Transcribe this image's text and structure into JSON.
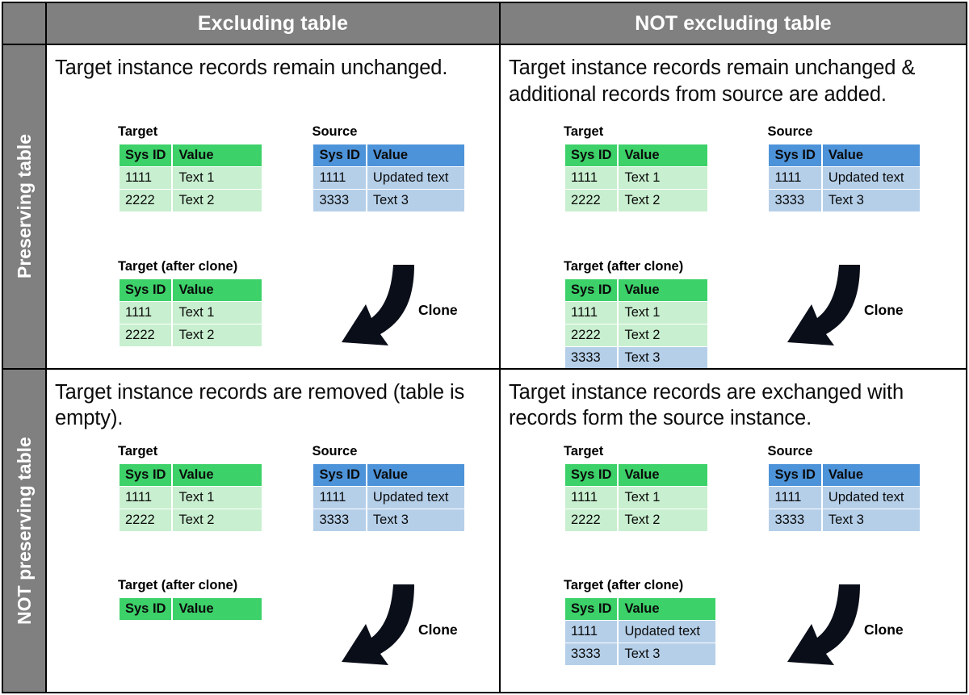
{
  "matrix": {
    "column_headers": [
      "Excluding table",
      "NOT excluding table"
    ],
    "row_headers": [
      "Preserving table",
      "NOT preserving table"
    ],
    "colors": {
      "header_gray": "#808080",
      "header_text": "#ffffff",
      "green_header": "#3CD169",
      "green_row": "#C8EFCF",
      "blue_header": "#4D93D9",
      "blue_row": "#B5CFE9",
      "arrow": "#0a0e19",
      "border": "#000000"
    }
  },
  "quadrants": [
    {
      "id": "preserving-excluding",
      "description": "Target instance records remain unchanged.",
      "target": {
        "caption": "Target",
        "columns": [
          "Sys ID",
          "Value"
        ],
        "rows": [
          {
            "sys_id": "1111",
            "value": "Text 1",
            "tint": "green"
          },
          {
            "sys_id": "2222",
            "value": "Text 2",
            "tint": "green"
          }
        ]
      },
      "source": {
        "caption": "Source",
        "columns": [
          "Sys ID",
          "Value"
        ],
        "rows": [
          {
            "sys_id": "1111",
            "value": "Updated text",
            "tint": "blue"
          },
          {
            "sys_id": "3333",
            "value": "Text 3",
            "tint": "blue"
          }
        ]
      },
      "after_clone": {
        "caption": "Target (after clone)",
        "columns": [
          "Sys ID",
          "Value"
        ],
        "rows": [
          {
            "sys_id": "1111",
            "value": "Text 1",
            "tint": "green"
          },
          {
            "sys_id": "2222",
            "value": "Text 2",
            "tint": "green"
          }
        ]
      },
      "clone_label": "Clone"
    },
    {
      "id": "preserving-not-excluding",
      "description": "Target instance records remain unchanged & additional records from source are added.",
      "target": {
        "caption": "Target",
        "columns": [
          "Sys ID",
          "Value"
        ],
        "rows": [
          {
            "sys_id": "1111",
            "value": "Text 1",
            "tint": "green"
          },
          {
            "sys_id": "2222",
            "value": "Text 2",
            "tint": "green"
          }
        ]
      },
      "source": {
        "caption": "Source",
        "columns": [
          "Sys ID",
          "Value"
        ],
        "rows": [
          {
            "sys_id": "1111",
            "value": "Updated text",
            "tint": "blue"
          },
          {
            "sys_id": "3333",
            "value": "Text 3",
            "tint": "blue"
          }
        ]
      },
      "after_clone": {
        "caption": "Target (after clone)",
        "columns": [
          "Sys ID",
          "Value"
        ],
        "rows": [
          {
            "sys_id": "1111",
            "value": "Text 1",
            "tint": "green"
          },
          {
            "sys_id": "2222",
            "value": "Text 2",
            "tint": "green"
          },
          {
            "sys_id": "3333",
            "value": "Text 3",
            "tint": "blue"
          }
        ]
      },
      "clone_label": "Clone"
    },
    {
      "id": "not-preserving-excluding",
      "description": "Target instance records are removed (table is empty).",
      "target": {
        "caption": "Target",
        "columns": [
          "Sys ID",
          "Value"
        ],
        "rows": [
          {
            "sys_id": "1111",
            "value": "Text 1",
            "tint": "green"
          },
          {
            "sys_id": "2222",
            "value": "Text 2",
            "tint": "green"
          }
        ]
      },
      "source": {
        "caption": "Source",
        "columns": [
          "Sys ID",
          "Value"
        ],
        "rows": [
          {
            "sys_id": "1111",
            "value": "Updated text",
            "tint": "blue"
          },
          {
            "sys_id": "3333",
            "value": "Text 3",
            "tint": "blue"
          }
        ]
      },
      "after_clone": {
        "caption": "Target (after clone)",
        "columns": [
          "Sys ID",
          "Value"
        ],
        "rows": []
      },
      "clone_label": "Clone"
    },
    {
      "id": "not-preserving-not-excluding",
      "description": "Target instance records are exchanged with records form the source instance.",
      "target": {
        "caption": "Target",
        "columns": [
          "Sys ID",
          "Value"
        ],
        "rows": [
          {
            "sys_id": "1111",
            "value": "Text 1",
            "tint": "green"
          },
          {
            "sys_id": "2222",
            "value": "Text 2",
            "tint": "green"
          }
        ]
      },
      "source": {
        "caption": "Source",
        "columns": [
          "Sys ID",
          "Value"
        ],
        "rows": [
          {
            "sys_id": "1111",
            "value": "Updated text",
            "tint": "blue"
          },
          {
            "sys_id": "3333",
            "value": "Text 3",
            "tint": "blue"
          }
        ]
      },
      "after_clone": {
        "caption": "Target (after clone)",
        "columns": [
          "Sys ID",
          "Value"
        ],
        "rows": [
          {
            "sys_id": "1111",
            "value": "Updated text",
            "tint": "blue"
          },
          {
            "sys_id": "3333",
            "value": "Text 3",
            "tint": "blue"
          }
        ]
      },
      "clone_label": "Clone"
    }
  ]
}
